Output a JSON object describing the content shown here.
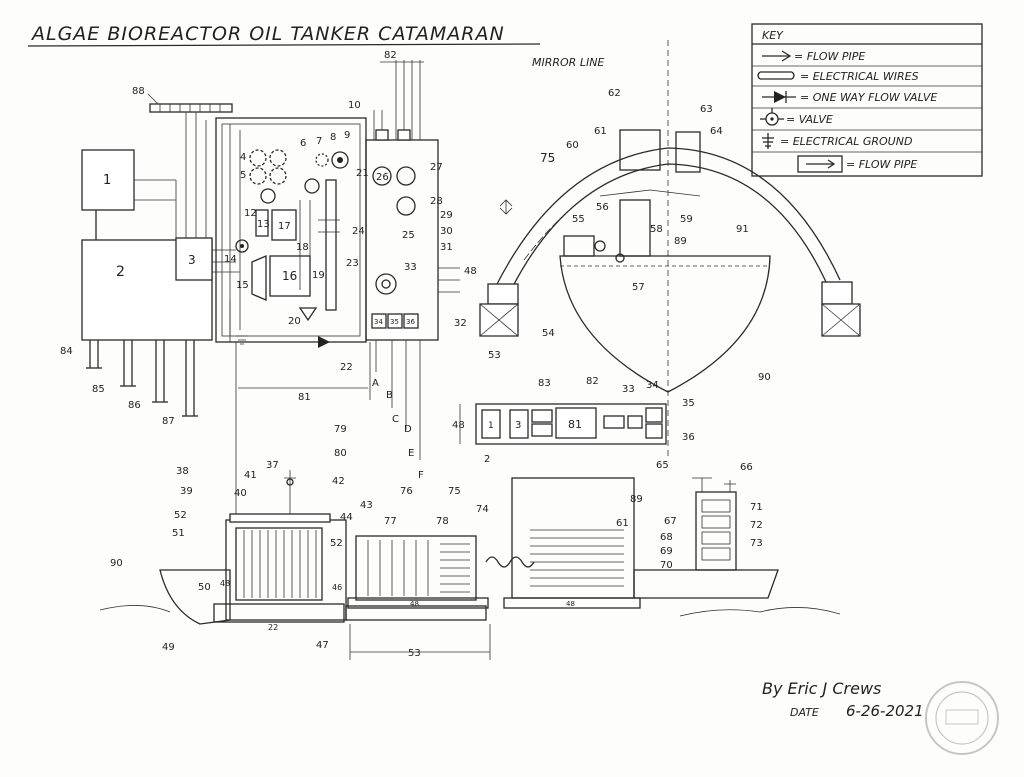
{
  "title": "ALGAE BIOREACTOR OIL TANKER CATAMARAN",
  "mirror_line": "MIRROR LINE",
  "key": {
    "heading": "KEY",
    "items": [
      {
        "icon": "flow-pipe-arrow",
        "label": "= FLOW PIPE"
      },
      {
        "icon": "electrical-wires",
        "label": "= ELECTRICAL WIRES"
      },
      {
        "icon": "one-way-valve",
        "label": "= ONE WAY FLOW VALVE"
      },
      {
        "icon": "valve",
        "label": "= VALVE"
      },
      {
        "icon": "electrical-ground",
        "label": "= ELECTRICAL GROUND"
      },
      {
        "icon": "flow-pipe-section",
        "label": "= FLOW PIPE"
      }
    ]
  },
  "labels": {
    "n1": "1",
    "n2": "2",
    "n3": "3",
    "n4": "4",
    "n5": "5",
    "n6": "6",
    "n7": "7",
    "n8": "8",
    "n9": "9",
    "n10": "10",
    "n12": "12",
    "n13": "13",
    "n14": "14",
    "n15": "15",
    "n16": "16",
    "n17": "17",
    "n18": "18",
    "n19": "19",
    "n20": "20",
    "n21": "21",
    "n22": "22",
    "n23": "23",
    "n24": "24",
    "n25": "25",
    "n26": "26",
    "n27": "27",
    "n28": "28",
    "n29": "29",
    "n30": "30",
    "n31": "31",
    "n32": "32",
    "n33": "33",
    "n34": "34",
    "n35": "35",
    "n36": "36",
    "n37": "37",
    "n38": "38",
    "n39": "39",
    "n40": "40",
    "n41": "41",
    "n42": "42",
    "n43": "43",
    "n44": "44",
    "n46": "46",
    "n47": "47",
    "n48": "48",
    "n49": "49",
    "n50": "50",
    "n51": "51",
    "n52": "52",
    "n53": "53",
    "n54": "54",
    "n55": "55",
    "n56": "56",
    "n57": "57",
    "n58": "58",
    "n59": "59",
    "n60": "60",
    "n61": "61",
    "n62": "62",
    "n63": "63",
    "n64": "64",
    "n65": "65",
    "n66": "66",
    "n67": "67",
    "n68": "68",
    "n69": "69",
    "n70": "70",
    "n71": "71",
    "n72": "72",
    "n73": "73",
    "n74": "74",
    "n75": "75",
    "n76": "76",
    "n77": "77",
    "n78": "78",
    "n79": "79",
    "n80": "80",
    "n81": "81",
    "n82": "82",
    "n83": "83",
    "n84": "84",
    "n85": "85",
    "n86": "86",
    "n87": "87",
    "n88": "88",
    "n89": "89",
    "n90": "90",
    "n91": "91",
    "A": "A",
    "B": "B",
    "C": "C",
    "D": "D",
    "E": "E",
    "F": "F"
  },
  "signature": {
    "by": "By Eric J Crews",
    "date_label": "DATE",
    "date": "6-26-2021"
  },
  "colors": {
    "ink": "#222222",
    "paper": "#fdfdfb",
    "stamp": "#9a9a9a"
  }
}
